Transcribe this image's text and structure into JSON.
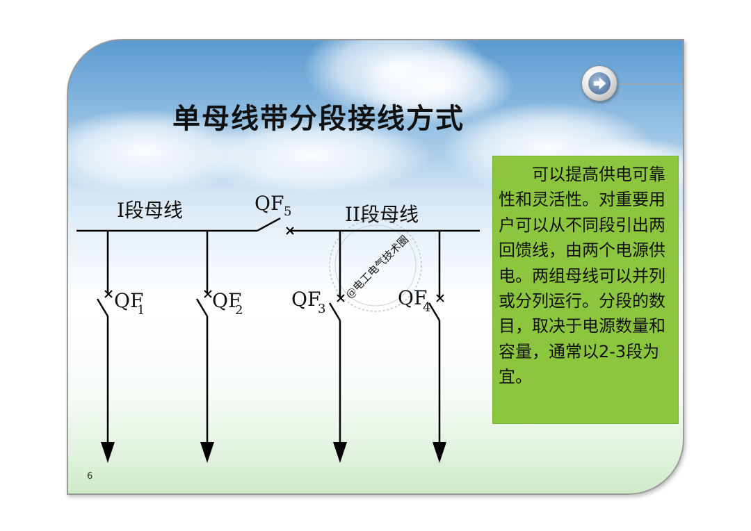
{
  "slide": {
    "title": "单母线带分段接线方式",
    "page_number": "6",
    "watermark": "@电工电气技术圈"
  },
  "nav": {
    "next_icon": "arrow-right-icon"
  },
  "diagram": {
    "bus_left_label": "I段母线",
    "bus_right_label": "II段母线",
    "tie_breaker": {
      "label": "QF",
      "sub": "5"
    },
    "feeders": [
      {
        "label": "QF",
        "sub": "1"
      },
      {
        "label": "QF",
        "sub": "2"
      },
      {
        "label": "QF",
        "sub": "3"
      },
      {
        "label": "QF",
        "sub": "4"
      }
    ]
  },
  "info": {
    "text": "可以提高供电可靠性和灵活性。对重要用户可以从不同段引出两回馈线，由两个电源供电。两组母线可以并列或分列运行。分段的数目，取决于电源数量和容量，通常以2-3段为宜。"
  },
  "colors": {
    "info_bg": "#8cc63f",
    "line": "#000000"
  }
}
